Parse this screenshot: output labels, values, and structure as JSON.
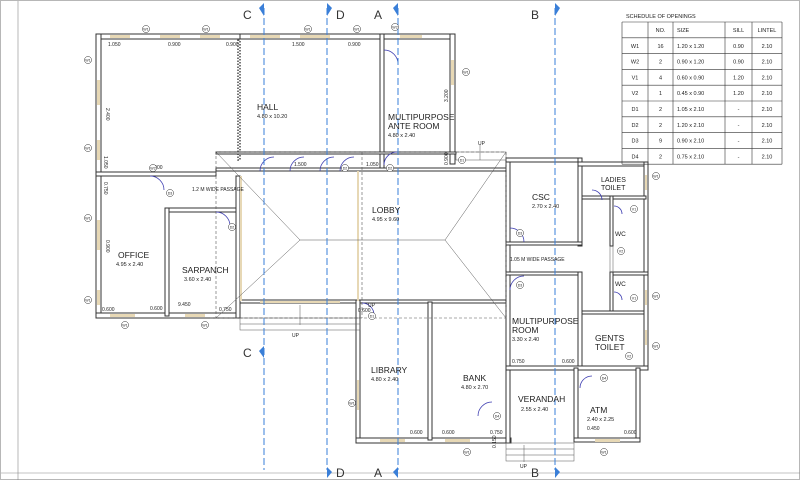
{
  "rooms": [
    {
      "name": "HALL",
      "size": "4.80 x 10.20"
    },
    {
      "name": "MULTIPURPOSE",
      "name2": "ANTE ROOM",
      "size": "4.80 x 2.40"
    },
    {
      "name": "LOBBY",
      "size": "4.95 x 9.60"
    },
    {
      "name": "OFFICE",
      "size": "4.95 x 2.40"
    },
    {
      "name": "SARPANCH",
      "size": "3.60 x 2.40"
    },
    {
      "name": "CSC",
      "size": "2.70 x 2.40"
    },
    {
      "name": "LADIES",
      "name2": "TOILET"
    },
    {
      "name": "GENTS",
      "name2": "TOILET"
    },
    {
      "name": "MULTIPURPOSE",
      "name2": "ROOM",
      "size": "3.30 x 2.40"
    },
    {
      "name": "LIBRARY",
      "size": "4.80 x 2.40"
    },
    {
      "name": "BANK",
      "size": "4.80 x 2.70"
    },
    {
      "name": "VERANDAH",
      "size": "2.55 x 2.40"
    },
    {
      "name": "ATM",
      "size": "2.40 x 2.25"
    }
  ],
  "wc": [
    "WC",
    "WC"
  ],
  "passages": [
    "1.2 M WIDE PASSAGE",
    "1.05 M WIDE PASSAGE"
  ],
  "up": [
    "UP",
    "UP",
    "UP",
    "UP"
  ],
  "sections": [
    "C",
    "D",
    "A",
    "B",
    "C",
    "D",
    "A",
    "B"
  ],
  "dims": [
    "1.050",
    "0.900",
    "0.900",
    "1.500",
    "0.900",
    "1.050",
    "2.400",
    "1.500",
    "1.050",
    "0.900",
    "0.750",
    "0.900",
    "0.600",
    "0.600",
    "9.450",
    "0.750",
    "0.750",
    "0.600",
    "0.600",
    "0.600",
    "0.750",
    "0.600",
    "0.450",
    "0.600",
    "0.150",
    "3.200",
    "0.900"
  ],
  "tags": [
    "W1",
    "W1",
    "W1",
    "W1",
    "W1",
    "W1",
    "W1",
    "W1",
    "W1",
    "W1",
    "W1",
    "W1",
    "W1",
    "W1",
    "W1",
    "W1",
    "W1",
    "W2",
    "W2",
    "V1",
    "V2",
    "V1",
    "V2",
    "D1",
    "D2",
    "D2",
    "D2",
    "D3",
    "D3",
    "D3",
    "D4",
    "D4",
    "D1"
  ],
  "schedule": {
    "title": "SCHEDULE OF OPENINGS",
    "headers": [
      "",
      "NO.",
      "SIZE",
      "SILL",
      "LINTEL"
    ],
    "rows": [
      [
        "W1",
        "16",
        "1.20 x 1.20",
        "0.90",
        "2.10"
      ],
      [
        "W2",
        "2",
        "0.90 x 1.20",
        "0.90",
        "2.10"
      ],
      [
        "V1",
        "4",
        "0.60 x 0.90",
        "1.20",
        "2.10"
      ],
      [
        "V2",
        "1",
        "0.45 x 0.90",
        "1.20",
        "2.10"
      ],
      [
        "D1",
        "2",
        "1.05 x 2.10",
        "-",
        "2.10"
      ],
      [
        "D2",
        "2",
        "1.20 x 2.10",
        "-",
        "2.10"
      ],
      [
        "D3",
        "9",
        "0.90 x 2.10",
        "-",
        "2.10"
      ],
      [
        "D4",
        "2",
        "0.75 x 2.10",
        "-",
        "2.10"
      ]
    ]
  }
}
